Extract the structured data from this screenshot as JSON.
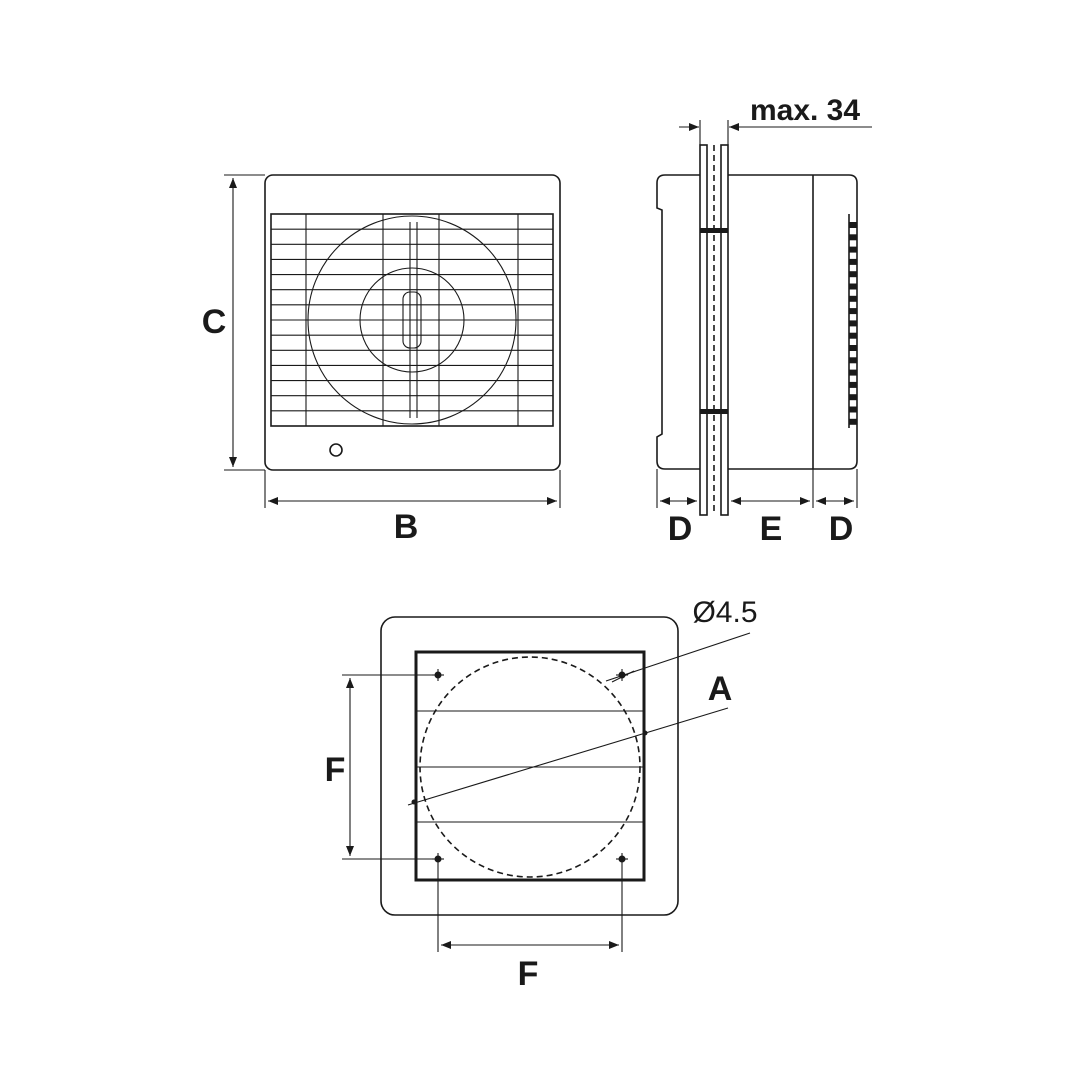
{
  "labels": {
    "front_height": "C",
    "front_width": "B",
    "side_max": "max. 34",
    "side_front_depth": "D",
    "side_body_depth": "E",
    "side_rear_depth": "D",
    "rear_diameter": "A",
    "rear_hole": "Ø4.5",
    "rear_vertical_spacing": "F",
    "rear_horizontal_spacing": "F"
  },
  "colors": {
    "line": "#1a1a1a",
    "background": "#ffffff"
  }
}
